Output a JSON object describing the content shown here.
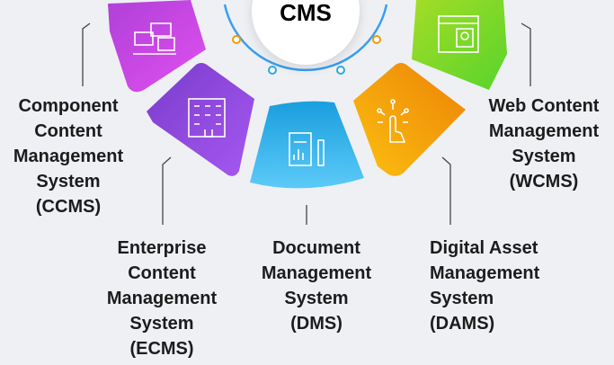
{
  "center": {
    "label": "CMS"
  },
  "items": [
    {
      "label": "Component\nContent\nManagement\nSystem\n(CCMS)",
      "color": "#c04ce0",
      "icon": "content-components-icon"
    },
    {
      "label": "Enterprise\nContent\nManagement\nSystem\n(ECMS)",
      "color": "#8a48dc",
      "icon": "building-icon"
    },
    {
      "label": "Document\nManagement\nSystem\n(DMS)",
      "color": "#2aa8e6",
      "icon": "document-pen-icon"
    },
    {
      "label": "Digital Asset\nManagement\nSystem\n(DAMS)",
      "color": "#f29a0a",
      "icon": "touch-network-icon"
    },
    {
      "label": "Web Content\nManagement\nSystem\n(WCMS)",
      "color": "#6fd42a",
      "icon": "web-page-icon"
    }
  ]
}
